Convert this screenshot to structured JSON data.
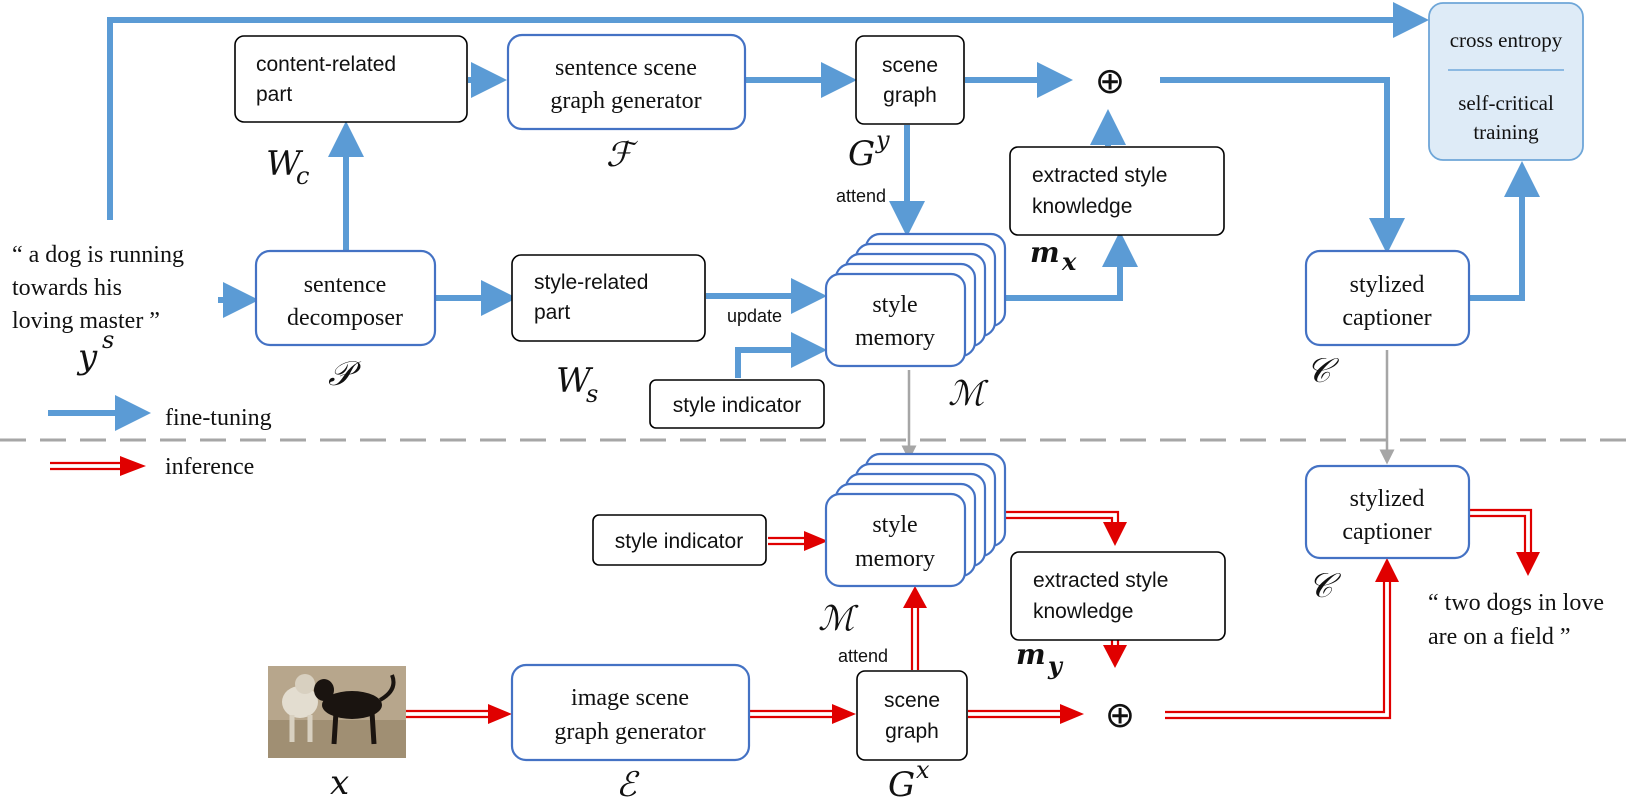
{
  "boxes": {
    "content_related": [
      "content-related",
      "part"
    ],
    "sentence_sg_gen": [
      "sentence scene",
      "graph generator"
    ],
    "scene_graph_top": [
      "scene",
      "graph"
    ],
    "extracted_top": [
      "extracted style",
      "knowledge"
    ],
    "cross_entropy": "cross entropy",
    "self_critical": [
      "self-critical",
      "training"
    ],
    "sentence_decomposer": [
      "sentence",
      "decomposer"
    ],
    "style_related": [
      "style-related",
      "part"
    ],
    "style_memory_top": [
      "style",
      "memory"
    ],
    "style_indicator_top": "style indicator",
    "stylized_captioner_top": [
      "stylized",
      "captioner"
    ],
    "style_indicator_bottom": "style indicator",
    "style_memory_bottom": [
      "style",
      "memory"
    ],
    "extracted_bottom": [
      "extracted style",
      "knowledge"
    ],
    "stylized_captioner_bottom": [
      "stylized",
      "captioner"
    ],
    "image_sg_gen": [
      "image scene",
      "graph generator"
    ],
    "scene_graph_bottom": [
      "scene",
      "graph"
    ]
  },
  "input_sentence": [
    "“ a dog is running",
    "towards his",
    "loving master ”"
  ],
  "output_sentence": [
    "“ two dogs in love",
    "are on a field ”"
  ],
  "edge_labels": {
    "attend_top": "attend",
    "update": "update",
    "attend_bottom": "attend"
  },
  "legend": {
    "fine_tuning": "fine-tuning",
    "inference": "inference"
  },
  "symbols": {
    "Wc": "W",
    "Wc_sub": "c",
    "F": "ℱ",
    "Gy": "G",
    "Gy_sup": "y",
    "mx": "m",
    "mx_sub": "x",
    "ys": "y",
    "ys_sup": "s",
    "P": "𝒫",
    "Ws": "W",
    "Ws_sub": "s",
    "M_top": "ℳ",
    "C_top": "𝒞",
    "M_bottom": "ℳ",
    "my": "m",
    "my_sub": "y",
    "C_bottom": "𝒞",
    "x": "x",
    "E": "ℰ",
    "Gx": "G",
    "Gx_sup": "x",
    "oplus": "⊕"
  },
  "colors": {
    "fine_tuning": "#5b9bd5",
    "inference": "#e00000",
    "box_border": "#4472c4",
    "divider": "#a6a6a6"
  }
}
